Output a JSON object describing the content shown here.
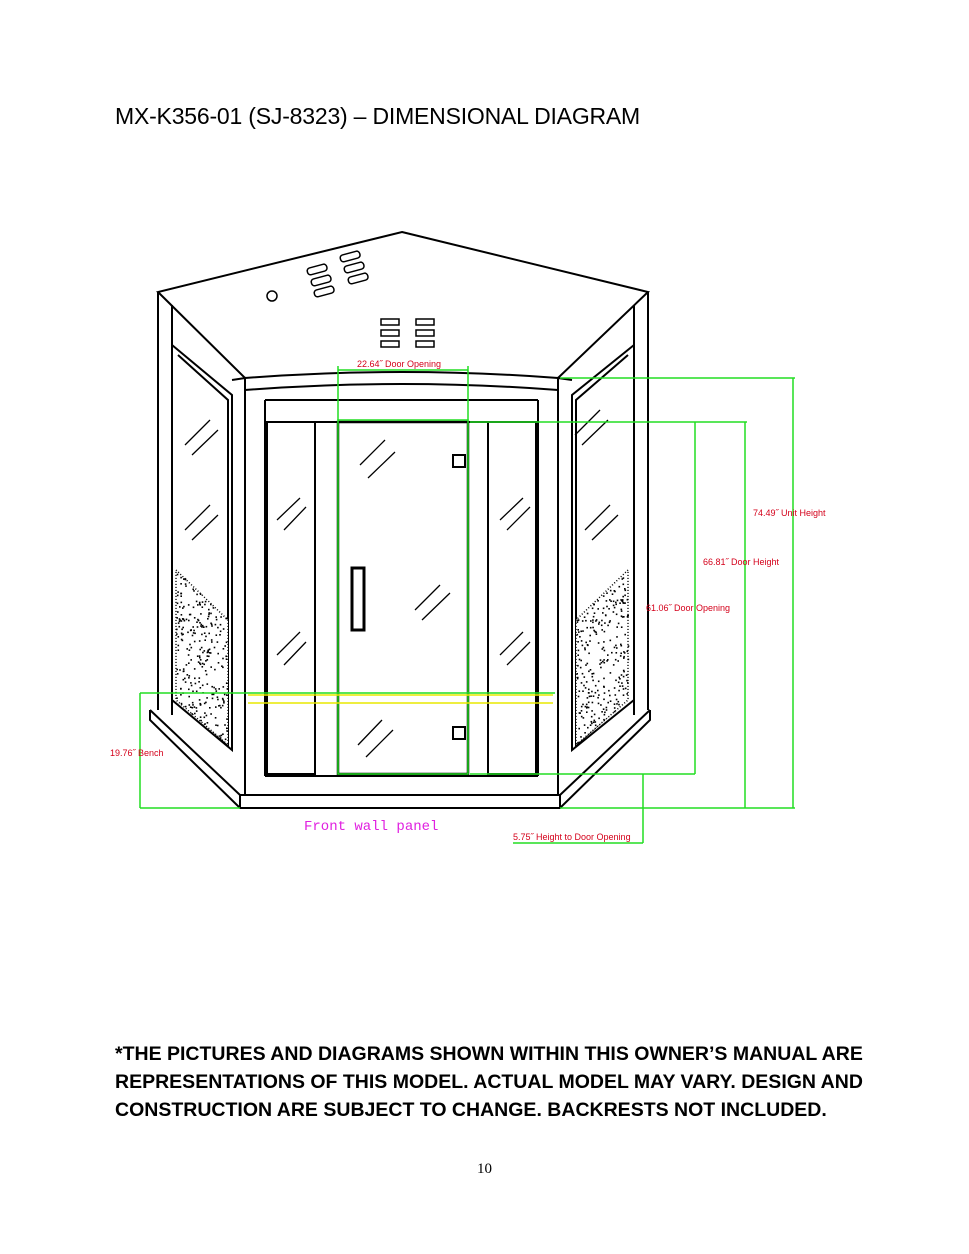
{
  "title": "MX-K356-01 (SJ-8323) – DIMENSIONAL DIAGRAM",
  "diagram": {
    "labels": {
      "door_opening_width": "22.64˝  Door Opening",
      "unit_height": "74.49˝  Unit Height",
      "door_height": "66.81˝  Door Height",
      "door_opening_height": "61.06˝  Door Opening",
      "bench": "19.76˝  Bench",
      "height_to_door": "5.75˝  Height to Door Opening",
      "front_wall": "Front wall  panel"
    },
    "colors": {
      "dimension_line": "#22dd22",
      "dimension_text": "#d4001a",
      "bench_line": "#e8e800",
      "caption": "#e020e0"
    }
  },
  "disclaimer": "*THE PICTURES AND DIAGRAMS SHOWN WITHIN THIS OWNER’S MANUAL ARE REPRESENTATIONS OF THIS MODEL.  ACTUAL MODEL MAY VARY.  DESIGN AND CONSTRUCTION ARE SUBJECT TO CHANGE. BACKRESTS NOT INCLUDED.",
  "page_number": "10"
}
